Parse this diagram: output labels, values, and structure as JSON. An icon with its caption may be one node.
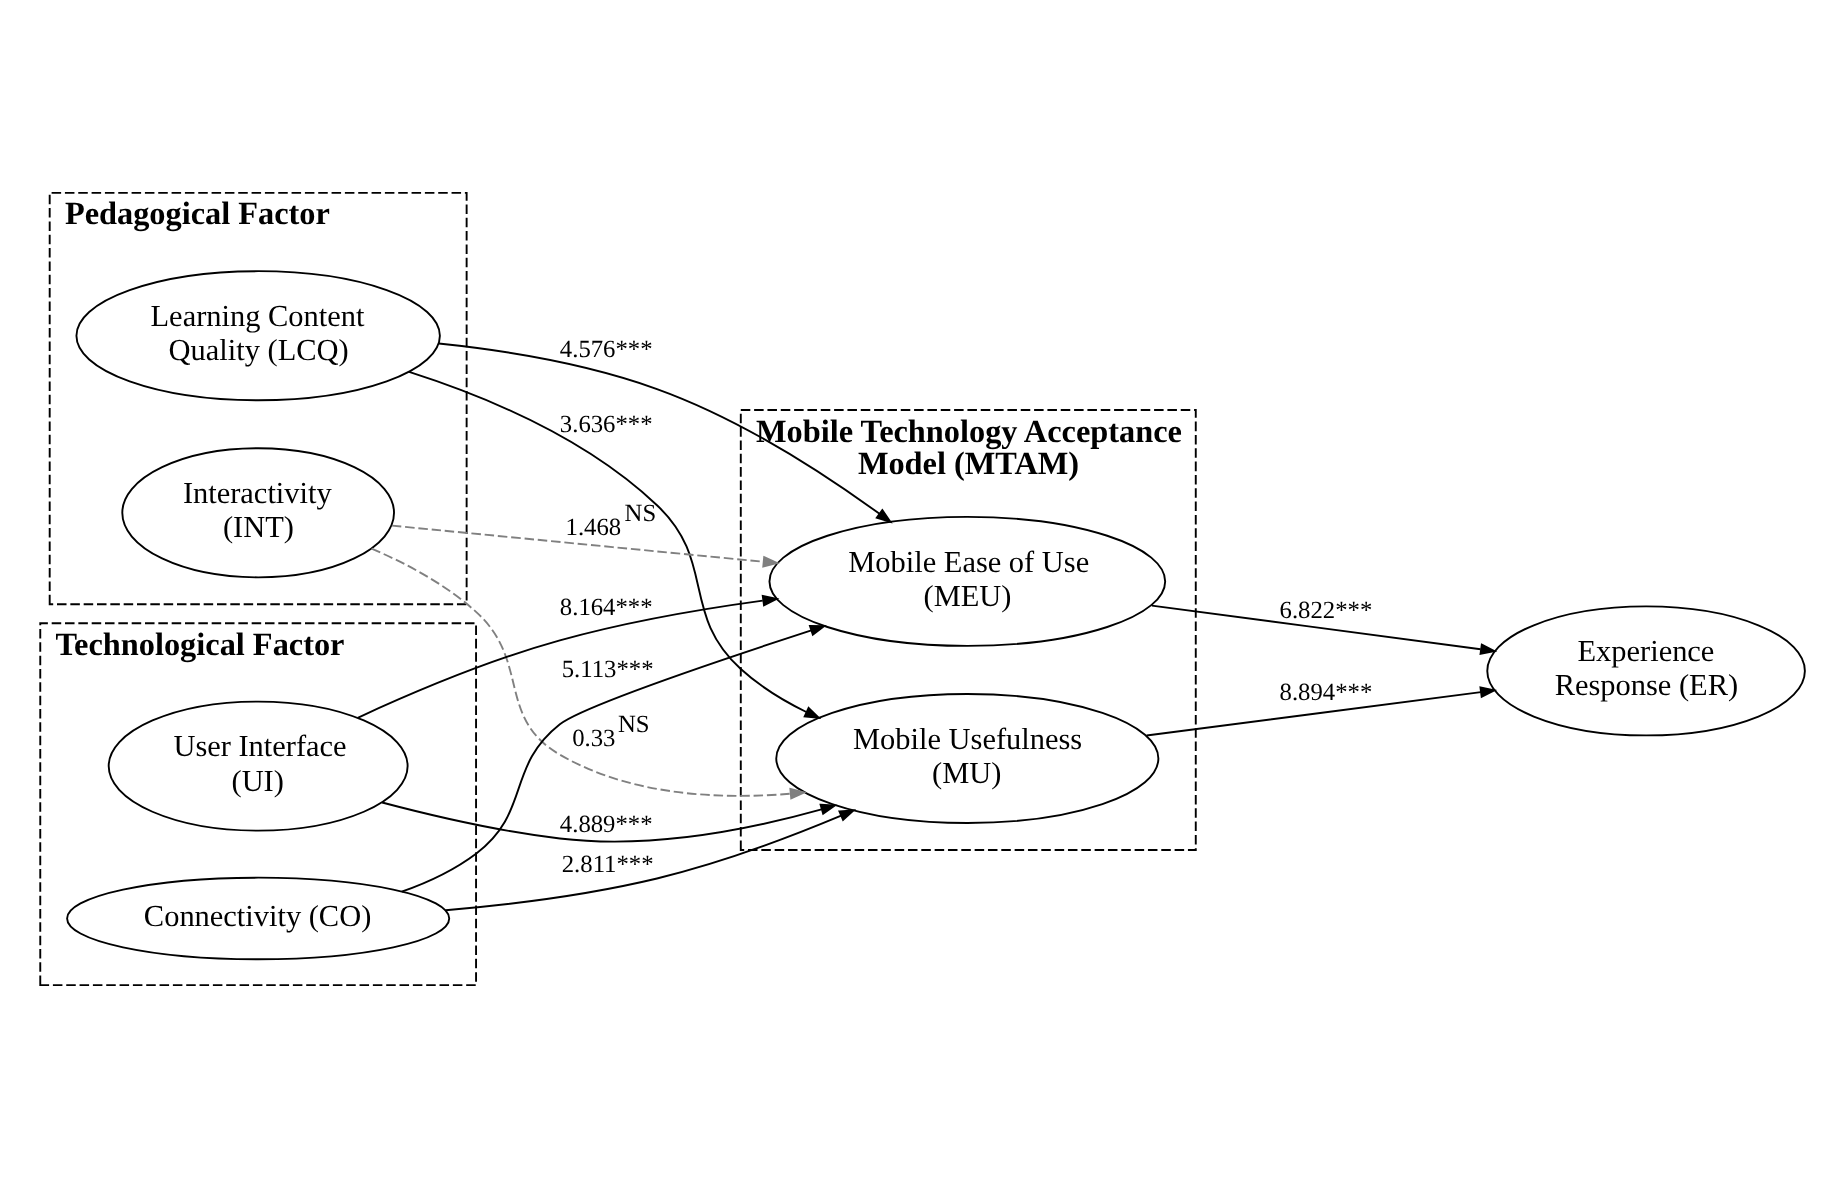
{
  "diagram": {
    "nodes": [
      {
        "text": [
          "Pedagogical Factor"
        ]
      },
      {
        "text": [
          "Learning Content Quality (LCQ)"
        ],
        "in": 0
      },
      {
        "text": [
          "Interactivity (INT)"
        ],
        "in": 0
      },
      {
        "text": [
          "Technological Factor"
        ]
      },
      {
        "text": [
          "User Interface (UI)"
        ],
        "in": 3
      },
      {
        "text": [
          "Connectivity (CO)"
        ],
        "in": 3
      },
      {
        "text": [
          "Mobile Technology Acceptance Model (MTAM)"
        ]
      },
      {
        "text": [
          "Mobile Usefulness (MU)"
        ],
        "in": 6
      },
      {
        "text": [
          "Mobile Ease of Use (MEU)"
        ],
        "in": 6
      },
      {
        "text": [
          "Experience Response (ER)"
        ]
      }
    ],
    "edges": [
      {
        "from": 1,
        "to": 7,
        "arrow": "to",
        "label": "3.636***"
      },
      {
        "from": 1,
        "to": 8,
        "arrow": "to",
        "label": "4.576***"
      },
      {
        "from": 2,
        "to": 7,
        "arrow": "to",
        "label": "0.33$^{NS}$",
        "style": "dashed",
        "color": "#808080"
      },
      {
        "from": 2,
        "to": 8,
        "arrow": "to",
        "label": "1.468$^{NS}$",
        "style": "dashed",
        "color": "#808080"
      },
      {
        "from": 4,
        "to": 7,
        "arrow": "to",
        "label": "4.889***"
      },
      {
        "from": 4,
        "to": 8,
        "arrow": "to",
        "label": "8.164***"
      },
      {
        "from": 5,
        "to": 7,
        "arrow": "to",
        "label": "2.811***"
      },
      {
        "from": 5,
        "to": 8,
        "arrow": "to",
        "label": "5.113***"
      },
      {
        "from": 7,
        "to": 9,
        "arrow": "to",
        "label": "8.894***"
      },
      {
        "from": 8,
        "to": 9,
        "arrow": "to",
        "label": "6.822***"
      }
    ]
  }
}
